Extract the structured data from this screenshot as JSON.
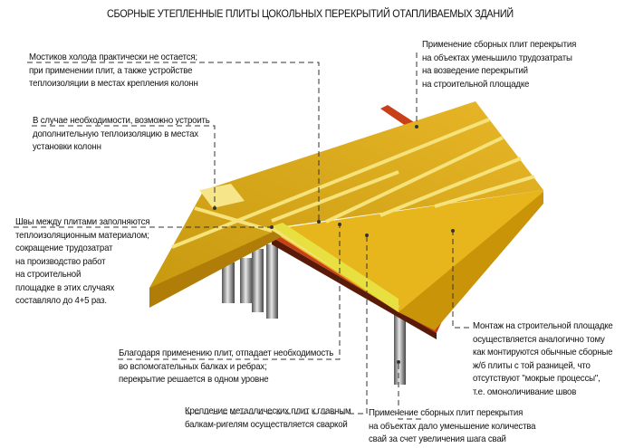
{
  "title": "СБОРНЫЕ УТЕПЛЕННЫЕ ПЛИТЫ ЦОКОЛЬНЫХ ПЕРЕКРЫТИЙ ОТАПЛИВАЕМЫХ ЗДАНИЙ",
  "callouts": {
    "cold_bridges": [
      "Мостиков холода практически не остается;",
      "при применении плит, а также устройстве",
      "теплоизоляции в местах крепления колонн"
    ],
    "labor_reduction": [
      "Применение сборных плит перекрытия",
      "на объектах уменьшило трудозатраты",
      "на возведение перекрытий",
      "на строительной площадке"
    ],
    "extra_insulation": [
      "В случае необходимости, возможно устроить",
      "дополнительную теплоизоляцию в местах",
      "установки колонн"
    ],
    "seams": [
      "Швы между плитами заполняются",
      "теплоизоляционным материалом;",
      "сокращение трудозатрат",
      "на производство работ",
      "на строительной",
      "площадке в этих случаях",
      "составляло  до 4+5 раз."
    ],
    "installation": [
      "Монтаж на строительной площадке",
      "осуществляется аналогично тому",
      "как монтируются обычные сборные",
      "ж/б плиты с той разницей, что",
      "отсутствуют \"мокрые процессы\",",
      "т.е. омоноличивание швов"
    ],
    "no_aux_beams": [
      "Благодаря применению плит, отпадает необходимость",
      "во вспомогательных балках и ребрах;",
      "перекрытие решается в одном уровне"
    ],
    "welding": [
      "Крепление металлических плит к главным",
      "балкам-ригелям осуществляется сваркой"
    ],
    "piles": [
      "Применение сборных плит перекрытия",
      "на объектах дало уменьшение количества",
      "свай за счет увеличения шага свай"
    ]
  },
  "colors": {
    "slab": "#d9a514",
    "slab_light": "#f2d35a",
    "seam": "#f5e27a",
    "beam": "#c8401a",
    "column": "#8a8a8a"
  }
}
